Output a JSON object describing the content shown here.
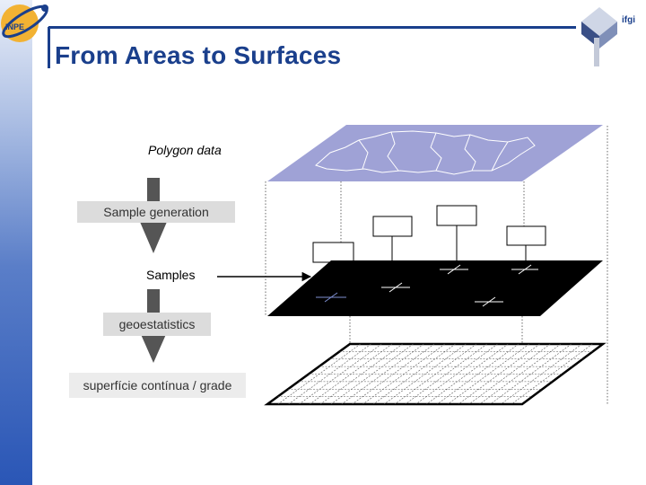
{
  "slide": {
    "title": "From Areas to Surfaces",
    "brand_left": "INPE",
    "brand_right": "ifgi"
  },
  "flow": {
    "polygon_data": "Polygon data",
    "sample_generation": "Sample generation",
    "samples": "Samples",
    "geoestatistics": "geoestatistics",
    "surface": "superfície contínua / grade"
  },
  "colors": {
    "title": "#1a3f8c",
    "polygon_layer": "#9fa2d6",
    "sample_layer": "#000000",
    "arrow": "#555555"
  }
}
